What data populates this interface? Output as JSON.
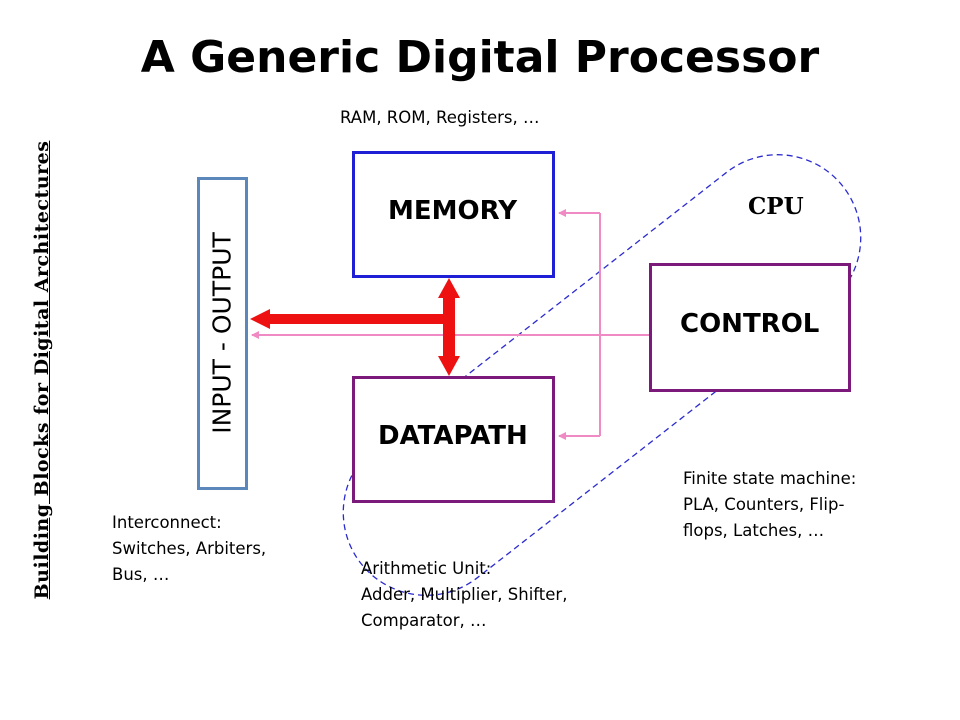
{
  "title": "A Generic Digital Processor",
  "side_label": "Building Blocks for Digital Architectures",
  "blocks": {
    "memory": {
      "label": "MEMORY",
      "note": "RAM, ROM, Registers, …"
    },
    "datapath": {
      "label": "DATAPATH",
      "note_lines": [
        "Arithmetic Unit:",
        "Adder, Multiplier, Shifter,",
        "Comparator, …"
      ]
    },
    "control": {
      "label": "CONTROL",
      "note_lines": [
        "Finite state machine:",
        "PLA, Counters, Flip-",
        "flops, Latches, …"
      ]
    },
    "io": {
      "label": "INPUT - OUTPUT",
      "note_lines": [
        "Interconnect:",
        "Switches, Arbiters,",
        "Bus, …"
      ]
    }
  },
  "cpu_label": "CPU",
  "colors": {
    "memory_border": "#1f1fd6",
    "datapath_border": "#7b1a7b",
    "control_border": "#7b1a7b",
    "io_border": "#5b87bb",
    "bus": "#ee1111",
    "control_signal": "#f08ac4",
    "cpu_outline": "#2b2bd0"
  }
}
